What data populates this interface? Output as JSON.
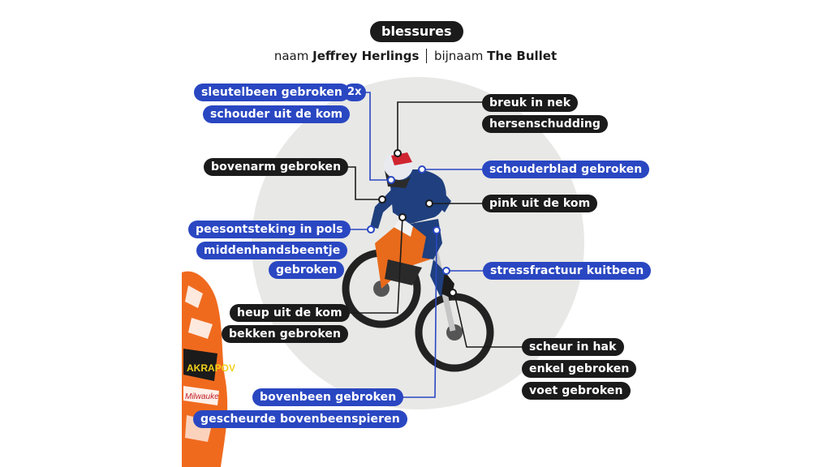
{
  "title": "blessures",
  "subtitle": {
    "name_label": "naam",
    "name": "Jeffrey Herlings",
    "nickname_label": "bijnaam",
    "nickname": "The Bullet"
  },
  "badge_2x": "2x",
  "colors": {
    "black": "#1b1b1b",
    "blue": "#2a47c2",
    "circle": "#e8e8e6",
    "orange": "#f06a1e"
  },
  "injuries": {
    "sleutelbeen": "sleutelbeen gebroken",
    "schouder": "schouder uit de kom",
    "bovenarm": "bovenarm gebroken",
    "pees": "peesontsteking in pols",
    "midden1": "middenhandsbeentje",
    "midden2": "gebroken",
    "heup": "heup uit de kom",
    "bekken": "bekken gebroken",
    "bovenbeen": "bovenbeen gebroken",
    "spieren": "gescheurde bovenbeenspieren",
    "nek": "breuk in nek",
    "hersen": "hersenschudding",
    "schouderblad": "schouderblad gebroken",
    "pink": "pink uit de kom",
    "kuitbeen": "stressfractuur kuitbeen",
    "hak": "scheur in hak",
    "enkel": "enkel gebroken",
    "voet": "voet gebroken"
  }
}
